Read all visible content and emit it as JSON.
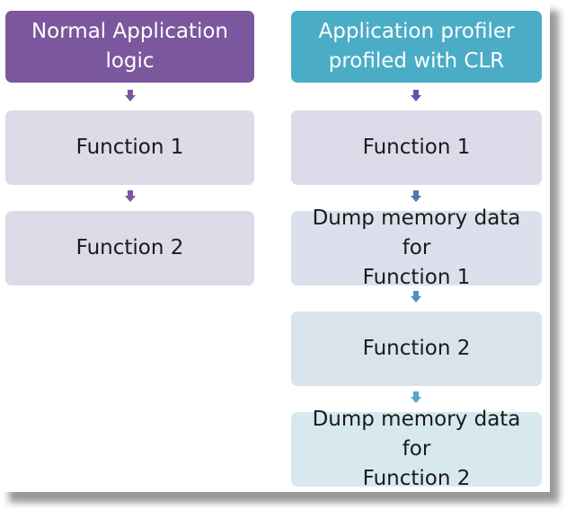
{
  "left_column": {
    "header": "Normal Application logic",
    "steps": [
      "Function 1",
      "Function 2"
    ]
  },
  "right_column": {
    "header_line1": "Application profiler",
    "header_line2": "profiled with CLR",
    "steps": [
      {
        "line1": "Function 1",
        "line2": ""
      },
      {
        "line1": "Dump memory data for",
        "line2": "Function 1"
      },
      {
        "line1": "Function 2",
        "line2": ""
      },
      {
        "line1": "Dump memory data for",
        "line2": "Function 2"
      }
    ]
  },
  "colors": {
    "left_header": "#7b579d",
    "right_header": "#4bacc6",
    "left_arrows": "#7b579d",
    "right_arrows_start": "#5a5aae",
    "right_arrows_end": "#4bacc6"
  }
}
